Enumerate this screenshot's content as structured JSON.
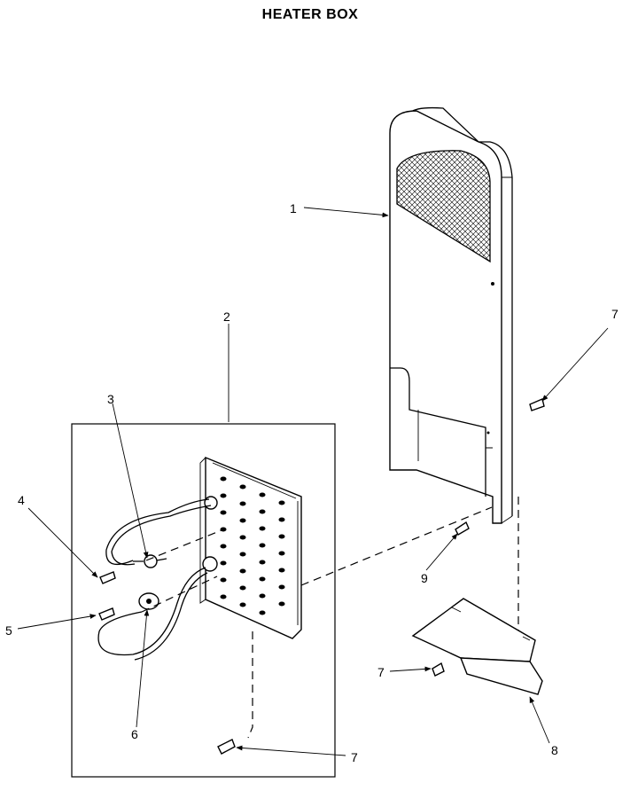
{
  "title": "HEATER BOX",
  "callouts": {
    "c1": "1",
    "c2": "2",
    "c3": "3",
    "c4": "4",
    "c5": "5",
    "c6": "6",
    "c7a": "7",
    "c7b": "7",
    "c7c": "7",
    "c8": "8",
    "c9": "9"
  }
}
